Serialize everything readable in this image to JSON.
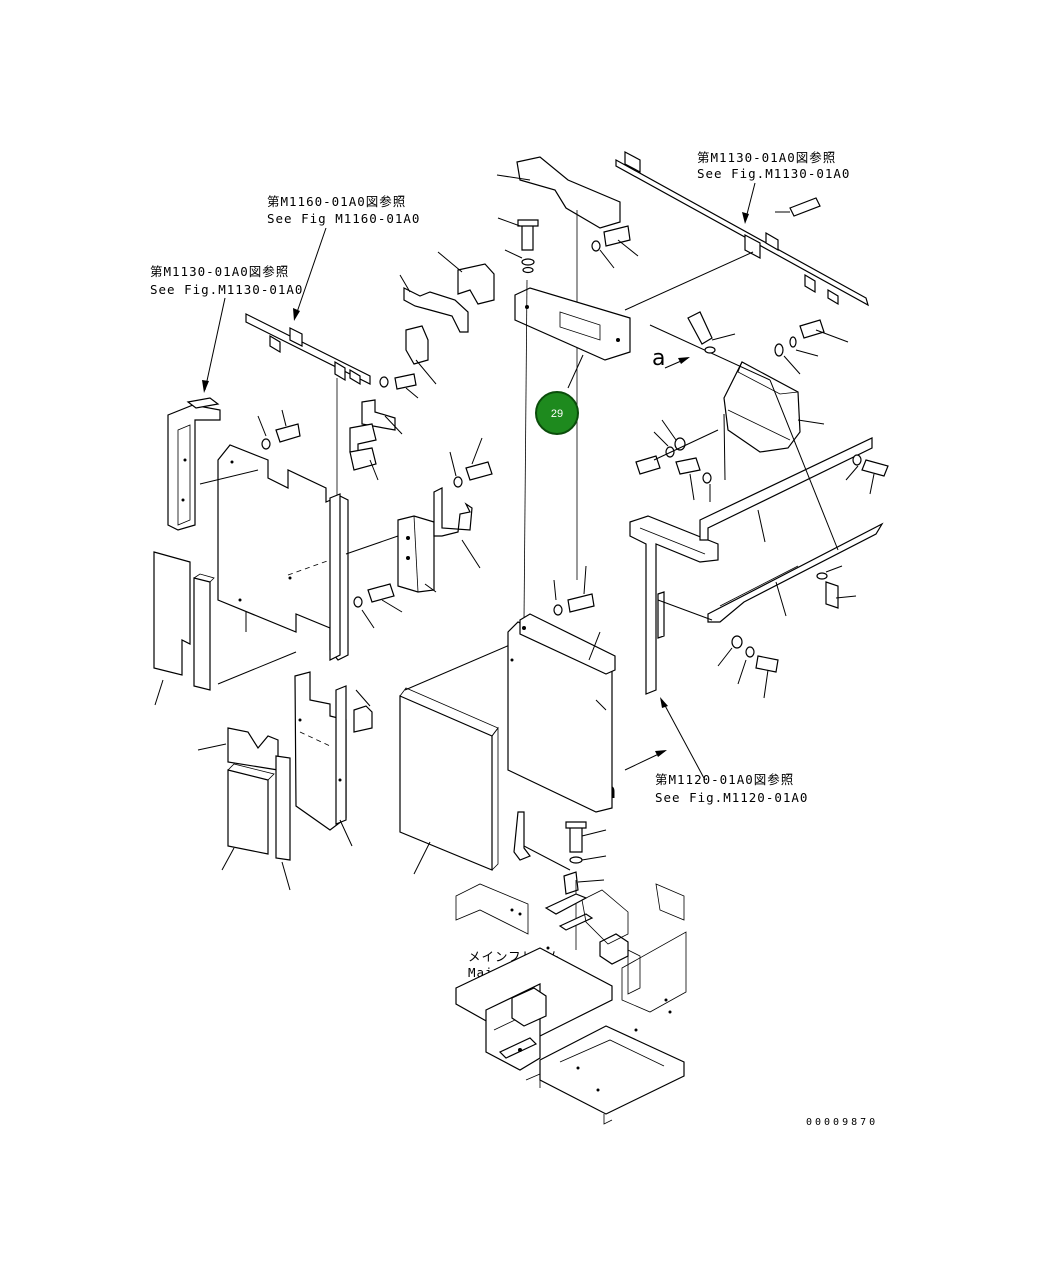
{
  "references": {
    "top_right": {
      "jp": "第M1130-01A0図参照",
      "en": "See Fig.M1130-01A0"
    },
    "top_center": {
      "jp": "第M1160-01A0図参照",
      "en": "See Fig M1160-01A0"
    },
    "top_left": {
      "jp": "第M1130-01A0図参照",
      "en": "See Fig.M1130-01A0"
    },
    "right_mid": {
      "jp": "第M1120-01A0図参照",
      "en": "See Fig.M1120-01A0"
    }
  },
  "main_frame": {
    "jp": "メインフレーム",
    "en": "Main Frame"
  },
  "view_marks": {
    "upper": "a",
    "lower": "a"
  },
  "highlighted_part": {
    "label": "29",
    "color": "#1e8a1e"
  },
  "drawing_number": "00009870",
  "colors": {
    "line": "#000000",
    "background": "#ffffff",
    "badge": "#1e8a1e"
  }
}
